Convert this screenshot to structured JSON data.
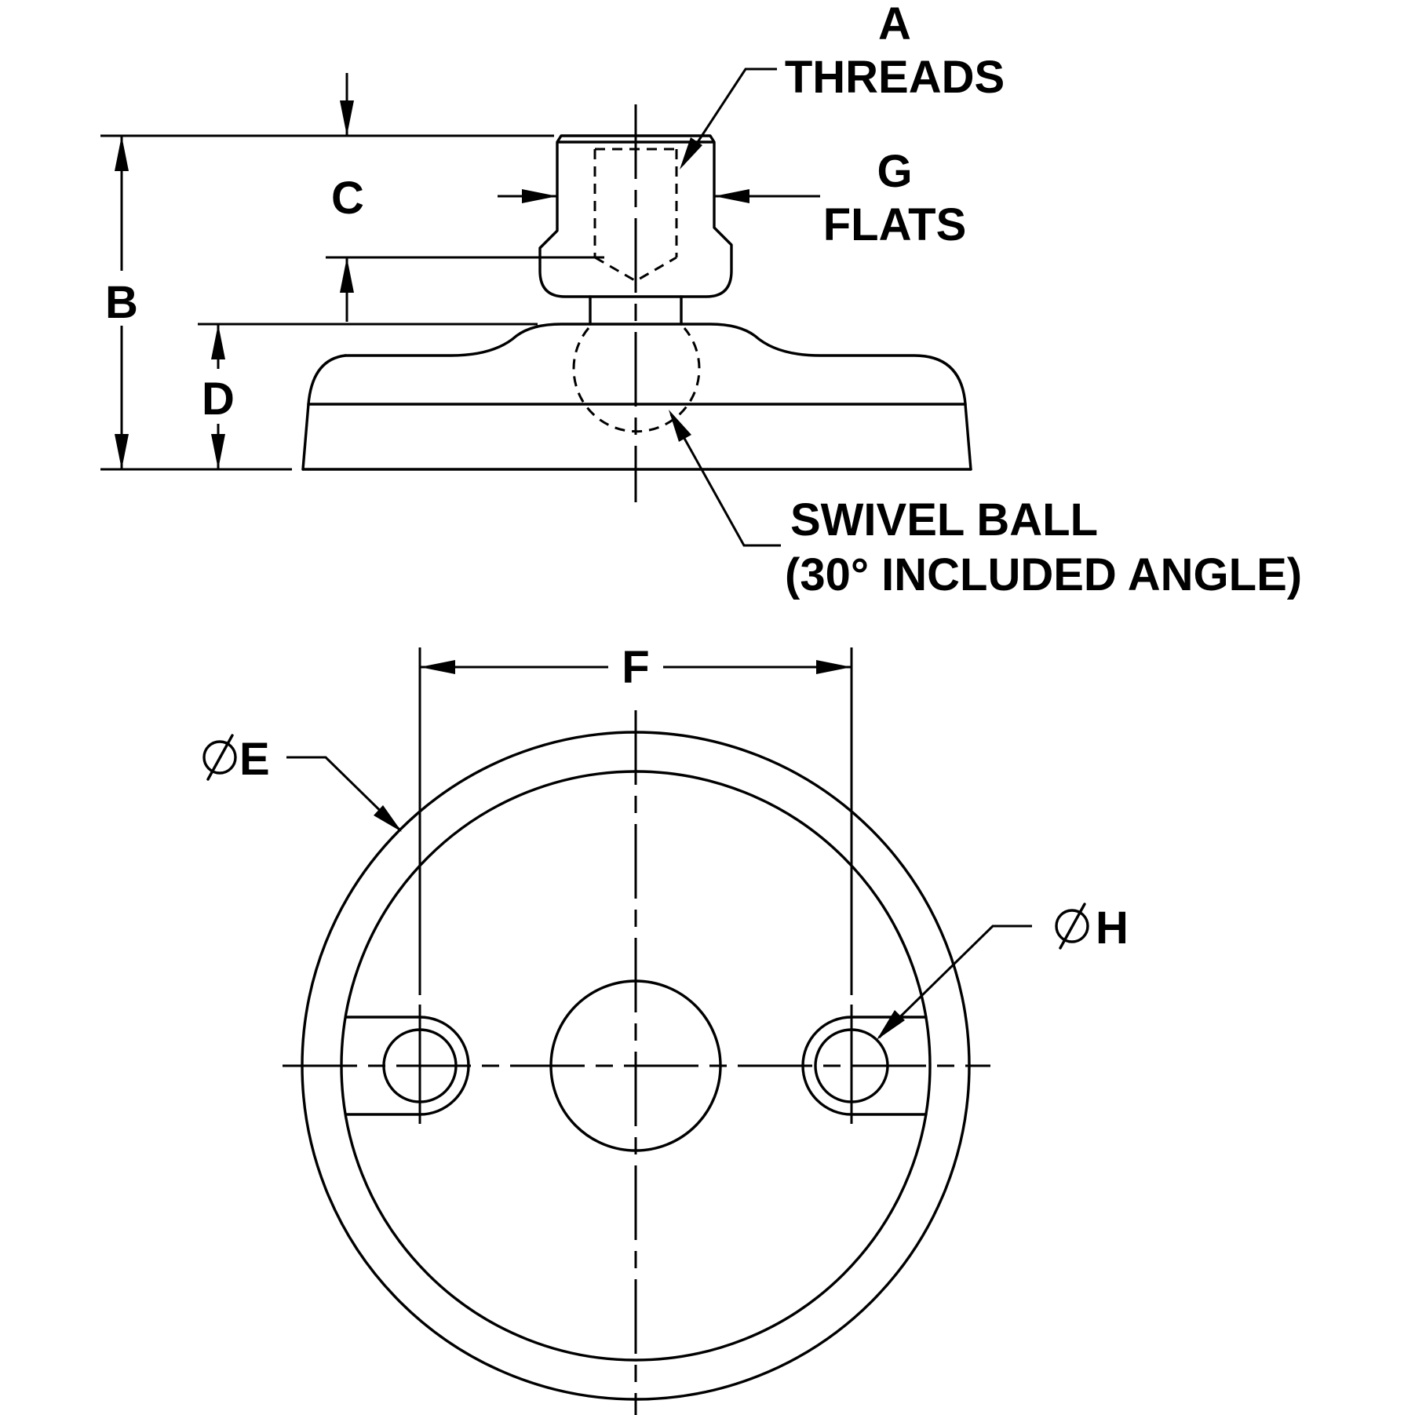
{
  "labels": {
    "a_letter": "A",
    "a_text": "THREADS",
    "b": "B",
    "c": "C",
    "d": "D",
    "g_letter": "G",
    "g_text": "FLATS",
    "swivel_line1": "SWIVEL BALL",
    "swivel_line2": "(30° INCLUDED ANGLE)",
    "f": "F",
    "e": "E",
    "h": "H"
  },
  "symbols": {
    "diameter": "diameter-symbol"
  },
  "colors": {
    "line": "#000000",
    "background": "#ffffff"
  }
}
